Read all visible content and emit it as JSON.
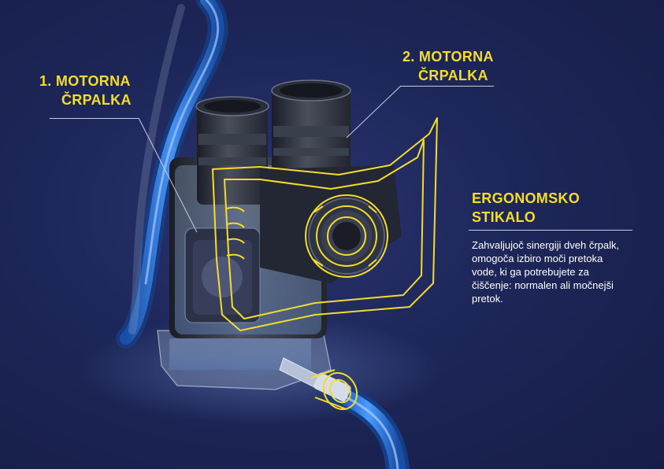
{
  "callouts": {
    "pump1": {
      "line1": "1. MOTORNA",
      "line2": "ČRPALKA"
    },
    "pump2": {
      "line1": "2. MOTORNA",
      "line2": "ČRPALKA"
    },
    "switch": {
      "line1": "ERGONOMSKO",
      "line2": "STIKALO",
      "description": "Zahvaljujoč sinergiji dveh črpalk, omogoča izbiro moči pretoka vode, ki ga potrebujete za čiščenje: normalen ali močnejši pretok."
    }
  },
  "colors": {
    "background": "#1b2354",
    "highlight": "#f5dc2b",
    "text": "#ffffff",
    "hose": "#2f7fd8"
  }
}
